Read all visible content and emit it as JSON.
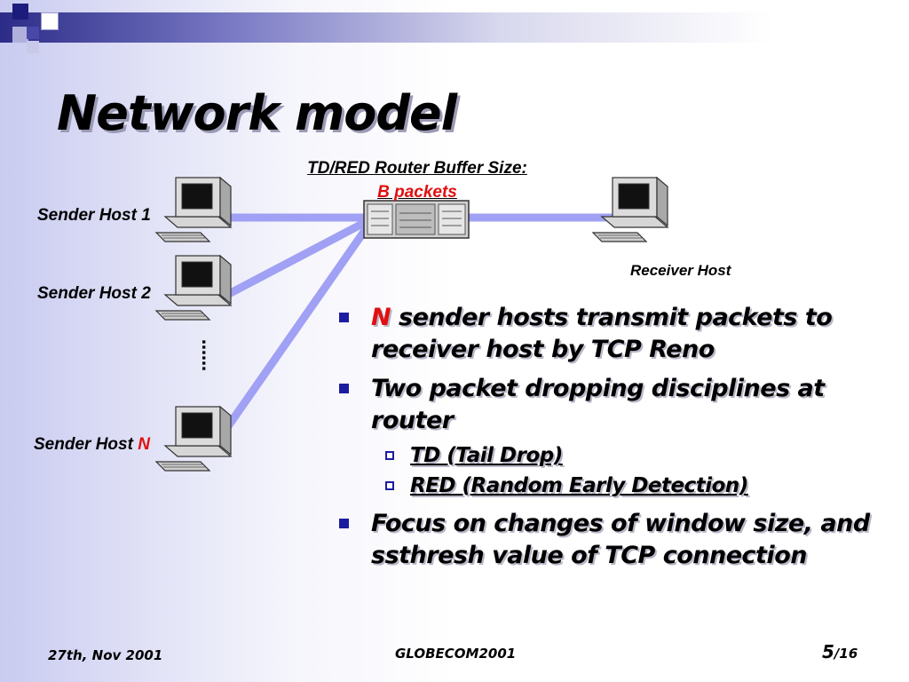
{
  "slide": {
    "title": "Network model",
    "router_caption_line1": "TD/RED Router Buffer Size:",
    "router_caption_line2": "B packets",
    "sender1": "Sender Host 1",
    "sender2": "Sender Host 2",
    "senderN_prefix": "Sender Host ",
    "senderN_var": "N",
    "receiver": "Receiver Host",
    "ellipsis": "……"
  },
  "bullets": {
    "b1_var": "N",
    "b1_rest": " sender hosts transmit packets to receiver host by TCP Reno",
    "b2": "Two packet dropping disciplines at router",
    "b2_sub1": "TD (Tail Drop)",
    "b2_sub2": "RED (Random Early Detection)",
    "b3": "Focus on changes of window size, and ssthresh value of TCP connection"
  },
  "footer": {
    "date": "27th, Nov 2001",
    "conference": "GLOBECOM2001",
    "page": "5",
    "total": "/16"
  },
  "colors": {
    "accent_blue": "#1c1ca0",
    "link_line": "#a0a0f4",
    "highlight_red": "#e01010"
  }
}
